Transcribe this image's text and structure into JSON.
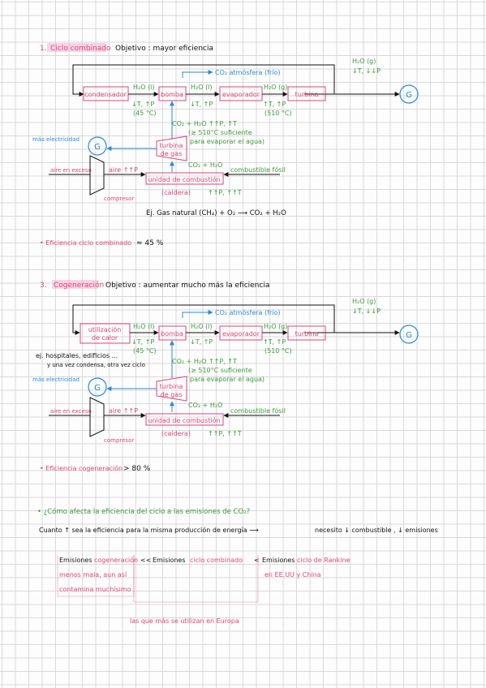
{
  "colors": {
    "pink": "#e0457b",
    "green": "#3f9a3f",
    "blue": "#2a8ad8",
    "ink": "#111111",
    "grid": "#d9d9d9"
  },
  "s1": {
    "num": "1.",
    "heading": "Ciclo combinado",
    "objective": "Objetivo : mayor eficiencia",
    "co2_atm": "CO₂ atmósfera (frío)",
    "h2o_g_top": "H₂O (g)",
    "h2o_g_top_cond": "↓T, ↓↓P",
    "condensador": "condensador",
    "bomba": "bomba",
    "evaporador": "evaporador",
    "turbina": "turbina",
    "h2o_l_1": "H₂O (l)",
    "cond_1": "↓T, ↑P",
    "temp_1": "(45 °C)",
    "h2o_l_2": "H₂O (l)",
    "cond_2": "↓T, ↑P",
    "h2o_g_2": "H₂O (g)",
    "cond_3": "↑T, ↑P",
    "temp_3": "(510 °C)",
    "gen": "G",
    "gas_line1": "CO₂ + H₂O  ↑↑P, ↑T",
    "gas_line2": "(≥ 510°C suficiente",
    "gas_line3": "para evaporar el agua)",
    "mas_elec": "más electricidad",
    "gen2": "G",
    "turbina_gas_1": "turbina",
    "turbina_gas_2": "de gas",
    "co2_h2o": "CO₂ + H₂O",
    "aire_exceso": "aire en exceso",
    "aire": "aire ↑↑P",
    "unidad": "unidad de combustión",
    "caldera": "(caldera)",
    "cald_cond": "↑↑P, ↑↑T",
    "combustible": "combustible fósil",
    "compresor": "compresor",
    "example": "Ej.  Gas natural (CH₄) + O₂ ⟶ CO₂ + H₂O"
  },
  "eff1": {
    "label": "Eficiencia ciclo combinado",
    "value": "≈ 45 %"
  },
  "s2": {
    "num": "3.",
    "heading": "Cogeneración",
    "objective": "Objetivo : aumentar mucho más la eficiencia",
    "co2_atm": "CO₂ atmósfera (frío)",
    "h2o_g_top": "H₂O (g)",
    "h2o_g_top_cond": "↓T, ↓↓P",
    "util_1": "utilización",
    "util_2": "de calor",
    "bomba": "bomba",
    "evaporador": "evaporador",
    "turbina": "turbina",
    "h2o_l_1": "H₂O (l)",
    "cond_1": "↓T, ↑P",
    "temp_1": "(45 °C)",
    "h2o_l_2": "H₂O (l)",
    "cond_2": "↓T, ↑P",
    "h2o_g_2": "H₂O (g)",
    "cond_3": "↑T, ↑P",
    "temp_3": "(510 °C)",
    "gen": "G",
    "note1": "ej. hospitales, edificios ...",
    "note2": "y una vez condensa, otra vez ciclo",
    "gas_line1": "CO₂ + H₂O  ↑↑P, ↑T",
    "gas_line2": "(≥ 510°C suficiente",
    "gas_line3": "para evaporar el agua)",
    "mas_elec": "más electricidad",
    "gen2": "G",
    "turbina_gas_1": "turbina",
    "turbina_gas_2": "de gas",
    "co2_h2o": "CO₂ + H₂O",
    "aire_exceso": "aire en exceso",
    "aire": "aire ↑↑P",
    "unidad": "unidad de combustión",
    "caldera": "(caldera)",
    "cald_cond": "↑↑P, ↑↑T",
    "combustible": "combustible fósil",
    "compresor": "compresor"
  },
  "eff2": {
    "label": "Eficiencia cogeneración",
    "value": "> 80 %"
  },
  "q": {
    "question": "¿Cómo afecta la eficiencia del ciclo a las emisiones de CO₂?",
    "answer_a": "Cuanto ↑ sea la eficiencia para la misma producción de energía ⟶",
    "answer_b": "necesito ↓ combustible ,  ↓ emisiones",
    "em1": "Emisiones",
    "em1c": "cogeneración",
    "lt1": "<<",
    "em2": "Emisiones",
    "em2c": "ciclo combinado",
    "lt2": "<",
    "em3": "Emisiones",
    "em3c": "ciclo de Rankine",
    "sub1a": "menos mala, aun así",
    "sub1b": "contamina muchísimo",
    "sub3": "en EE.UU y China",
    "europe": "las que más se utilizan en Europa"
  }
}
